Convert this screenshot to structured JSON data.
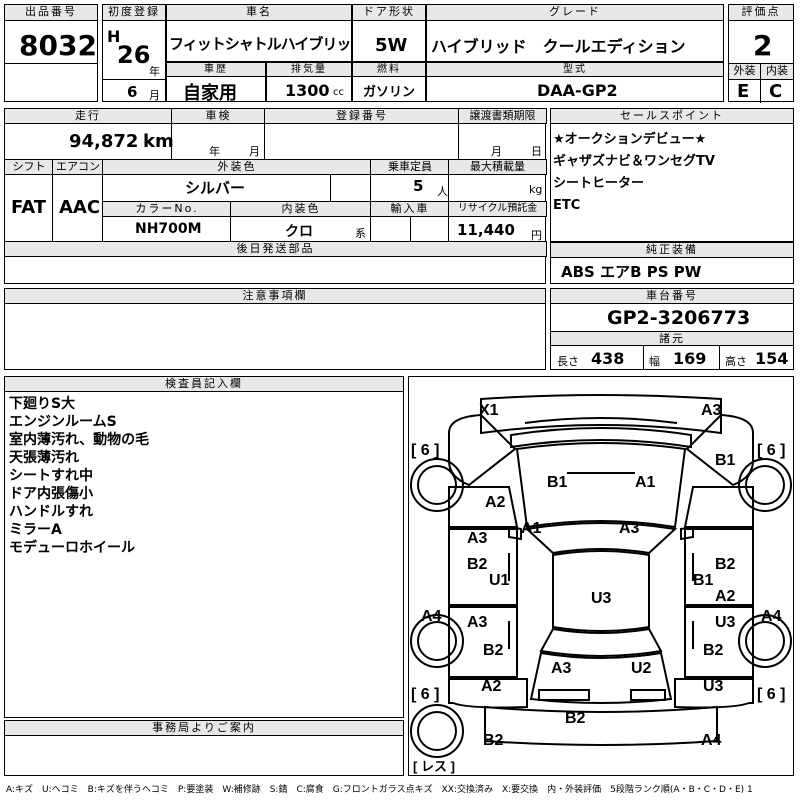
{
  "header": {
    "lot_label": "出品番号",
    "lot_no": "8032",
    "first_reg_label": "初度登録",
    "era": "H",
    "year": "26",
    "year_unit": "年",
    "month": "6",
    "month_unit": "月",
    "car_name_label": "車名",
    "car_name": "フィットシャトルハイブリッド",
    "history_label": "車歴",
    "history": "自家用",
    "displacement_label": "排気量",
    "displacement": "1300",
    "displacement_unit": "cc",
    "door_label": "ドア形状",
    "door": "5W",
    "fuel_label": "燃料",
    "fuel": "ガソリン",
    "grade_label": "グレード",
    "grade": "ハイブリッド　クールエディション",
    "model_label": "型式",
    "model": "DAA-GP2",
    "score_label": "評価点",
    "score": "2",
    "exterior_label": "外装",
    "exterior": "E",
    "interior_label": "内装",
    "interior": "C"
  },
  "specs": {
    "mileage_label": "走行",
    "mileage": "94,872",
    "mileage_unit": "km",
    "inspection_label": "車検",
    "insp_year_unit": "年",
    "insp_month_unit": "月",
    "reg_no_label": "登録番号",
    "transfer_label": "譲渡書類期限",
    "transfer_month_unit": "月",
    "transfer_day_unit": "日",
    "shift_label": "シフト",
    "shift": "FAT",
    "ac_label": "エアコン",
    "ac": "AAC",
    "ext_color_label": "外装色",
    "ext_color": "シルバー",
    "capacity_label": "乗車定員",
    "capacity": "5",
    "capacity_unit": "人",
    "max_load_label": "最大積載量",
    "max_load_unit": "kg",
    "color_no_label": "カラーNo.",
    "color_no": "NH700M",
    "int_color_label": "内装色",
    "int_color": "クロ",
    "int_color_unit": "系",
    "import_label": "輸入車",
    "recycle_label": "リサイクル預託金",
    "recycle": "11,440",
    "recycle_unit": "円",
    "later_parts_label": "後日発送部品"
  },
  "sales": {
    "label": "セールスポイント",
    "lines": [
      "★オークションデビュー★",
      "ギャザズナビ＆ワンセグTV",
      "シートヒーター",
      "ETC"
    ]
  },
  "equipment": {
    "label": "純正装備",
    "value": "ABS エアB PS PW"
  },
  "notes": {
    "label": "注意事項欄"
  },
  "chassis": {
    "label": "車台番号",
    "value": "GP2-3206773",
    "dims_label": "諸元",
    "length_label": "長さ",
    "length": "438",
    "width_label": "幅",
    "width": "169",
    "height_label": "高さ",
    "height": "154"
  },
  "inspector": {
    "label": "検査員記入欄",
    "lines": [
      "下廻りS大",
      "エンジンルームS",
      "室内薄汚れ、動物の毛",
      "天張薄汚れ",
      "シートすれ中",
      "ドア内張傷小",
      "ハンドルすれ",
      "ミラーA",
      "モデューロホイール"
    ]
  },
  "office": {
    "label": "事務局よりご案内"
  },
  "diagram": {
    "marks": [
      "X1",
      "A3",
      "B1",
      "B1",
      "A1",
      "A2",
      "A1",
      "A3",
      "A3",
      "B2",
      "U1",
      "B2",
      "B1",
      "A4",
      "A3",
      "U3",
      "A2",
      "U3",
      "A4",
      "B2",
      "A3",
      "U2",
      "B2",
      "A2",
      "U3",
      "B2",
      "B2",
      "A4"
    ],
    "tires": [
      "6",
      "6",
      "6",
      "6"
    ],
    "spare": "レス"
  },
  "legend": "A:キズ　U:ヘコミ　B:キズを伴うヘコミ　P:要塗装　W:補修跡　S:錆　C:腐食　G:フロントガラス点キズ　XX:交換済み　X:要交換　内・外装評価　5段階ランク順(A・B・C・D・E) 1"
}
